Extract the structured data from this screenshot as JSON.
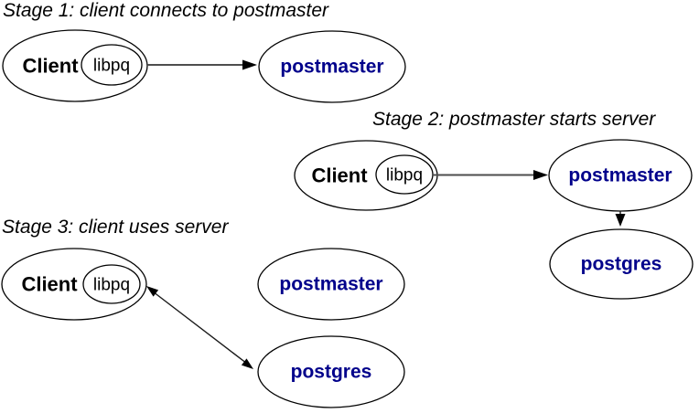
{
  "colors": {
    "background": "#ffffff",
    "node_outline": "#000000",
    "client_text": "#000000",
    "server_text": "#00008B",
    "arrow_shaft": "#4d4d4d",
    "arrow_head": "#000000",
    "title_text": "#000000"
  },
  "stage1": {
    "title": "Stage 1: client connects to postmaster",
    "client_label": "Client",
    "libpq_label": "libpq",
    "postmaster_label": "postmaster"
  },
  "stage2": {
    "title": "Stage 2: postmaster starts server",
    "client_label": "Client",
    "libpq_label": "libpq",
    "postmaster_label": "postmaster",
    "postgres_label": "postgres"
  },
  "stage3": {
    "title": "Stage 3: client uses server",
    "client_label": "Client",
    "libpq_label": "libpq",
    "postmaster_label": "postmaster",
    "postgres_label": "postgres"
  }
}
